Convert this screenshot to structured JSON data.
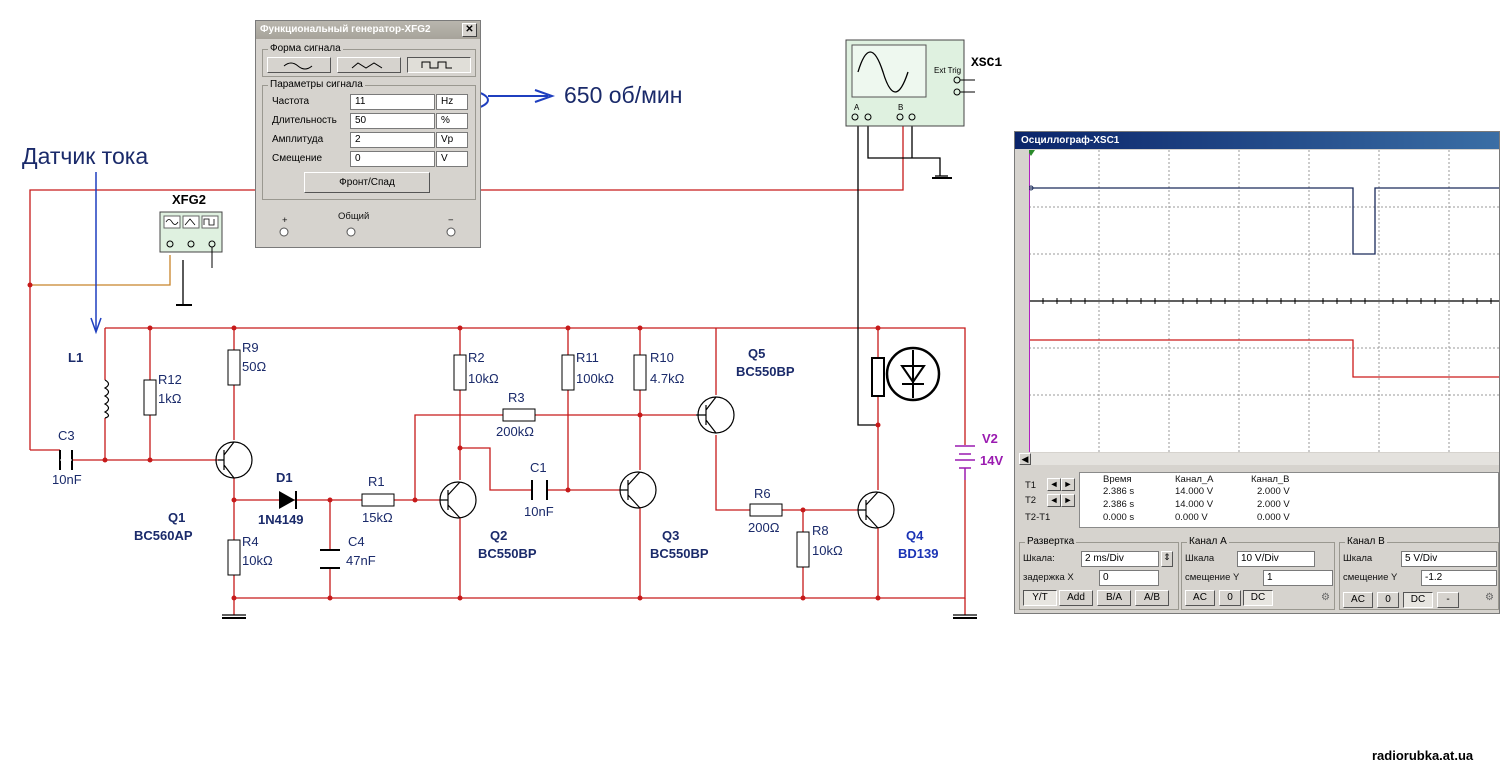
{
  "fgen": {
    "title": "Функциональный генератор-XFG2",
    "close": "✕",
    "waveform_group": "Форма сигнала",
    "params_group": "Параметры сигнала",
    "params": [
      {
        "label": "Частота",
        "value": "11",
        "unit": "Hz"
      },
      {
        "label": "Длительность",
        "value": "50",
        "unit": "%"
      },
      {
        "label": "Амплитуда",
        "value": "2",
        "unit": "Vp"
      },
      {
        "label": "Смещение",
        "value": "0",
        "unit": "V"
      }
    ],
    "edge_button": "Фронт/Спад",
    "plus": "+",
    "common": "Общий",
    "minus": "−",
    "selected_waveform": "square"
  },
  "annotations": {
    "rpm": "650 об/мин",
    "current_sensor": "Датчик тока",
    "watermark": "radiorubka.at.ua",
    "highlight_color": "#1f3fbf",
    "arrow_color": "#cc1111"
  },
  "schematic": {
    "xfg2": "XFG2",
    "xsc1": "XSC1",
    "ext_trig": "Ext Trig",
    "osc_a": "A",
    "osc_b": "B",
    "L1": "L1",
    "R12": "R12",
    "R12v": "1kΩ",
    "R9": "R9",
    "R9v": "50Ω",
    "C3": "C3",
    "C3v": "10nF",
    "Q1": "Q1",
    "Q1v": "BC560AP",
    "D1": "D1",
    "D1v": "1N4149",
    "R4": "R4",
    "R4v": "10kΩ",
    "C4": "C4",
    "C4v": "47nF",
    "R1": "R1",
    "R1v": "15kΩ",
    "R2": "R2",
    "R2v": "10kΩ",
    "R3": "R3",
    "R3v": "200kΩ",
    "R11": "R11",
    "R11v": "100kΩ",
    "R10": "R10",
    "R10v": "4.7kΩ",
    "C1": "C1",
    "C1v": "10nF",
    "Q2": "Q2",
    "Q2v": "BC550BP",
    "Q3": "Q3",
    "Q3v": "BC550BP",
    "Q5": "Q5",
    "Q5v": "BC550BP",
    "R6": "R6",
    "R6v": "200Ω",
    "R8": "R8",
    "R8v": "10kΩ",
    "Q4": "Q4",
    "Q4v": "BD139",
    "V2": "V2",
    "V2v": "14V",
    "wire_color": "#c61a1a",
    "gen_wire_color": "#c8842a",
    "probe_wire_color": "#000000",
    "v2_color": "#9a1ab0",
    "q4_color": "#1a33b5"
  },
  "osc": {
    "title": "Осциллограф-XSC1",
    "readout_headers": [
      "Время",
      "Канал_A",
      "Канал_B"
    ],
    "readout_rows": [
      {
        "label": "T1",
        "time": "2.386 s",
        "a": "14.000 V",
        "b": "2.000 V"
      },
      {
        "label": "T2",
        "time": "2.386 s",
        "a": "14.000 V",
        "b": "2.000 V"
      },
      {
        "label": "T2-T1",
        "time": "0.000 s",
        "a": "0.000 V",
        "b": "0.000 V"
      }
    ],
    "timebase": {
      "group": "Развертка",
      "scale_label": "Шкала:",
      "scale_value": "2 ms/Div",
      "delay_label": "задержка X",
      "delay_value": "0",
      "buttons": [
        "Y/T",
        "Add",
        "B/A",
        "A/B"
      ]
    },
    "chA": {
      "group": "Канал A",
      "scale_label": "Шкала",
      "scale_value": "10  V/Div",
      "offset_label": "смещение Y",
      "offset_value": "1",
      "buttons": [
        "AC",
        "0",
        "DC"
      ]
    },
    "chB": {
      "group": "Канал B",
      "scale_label": "Шкала",
      "scale_value": "5  V/Div",
      "offset_label": "смещение Y",
      "offset_value": "-1.2",
      "buttons": [
        "AC",
        "0",
        "DC",
        "-"
      ]
    },
    "trace_a_color": "#1a2a5a",
    "trace_b_color": "#cc1a1a",
    "cursor_color": "#b020c0"
  }
}
